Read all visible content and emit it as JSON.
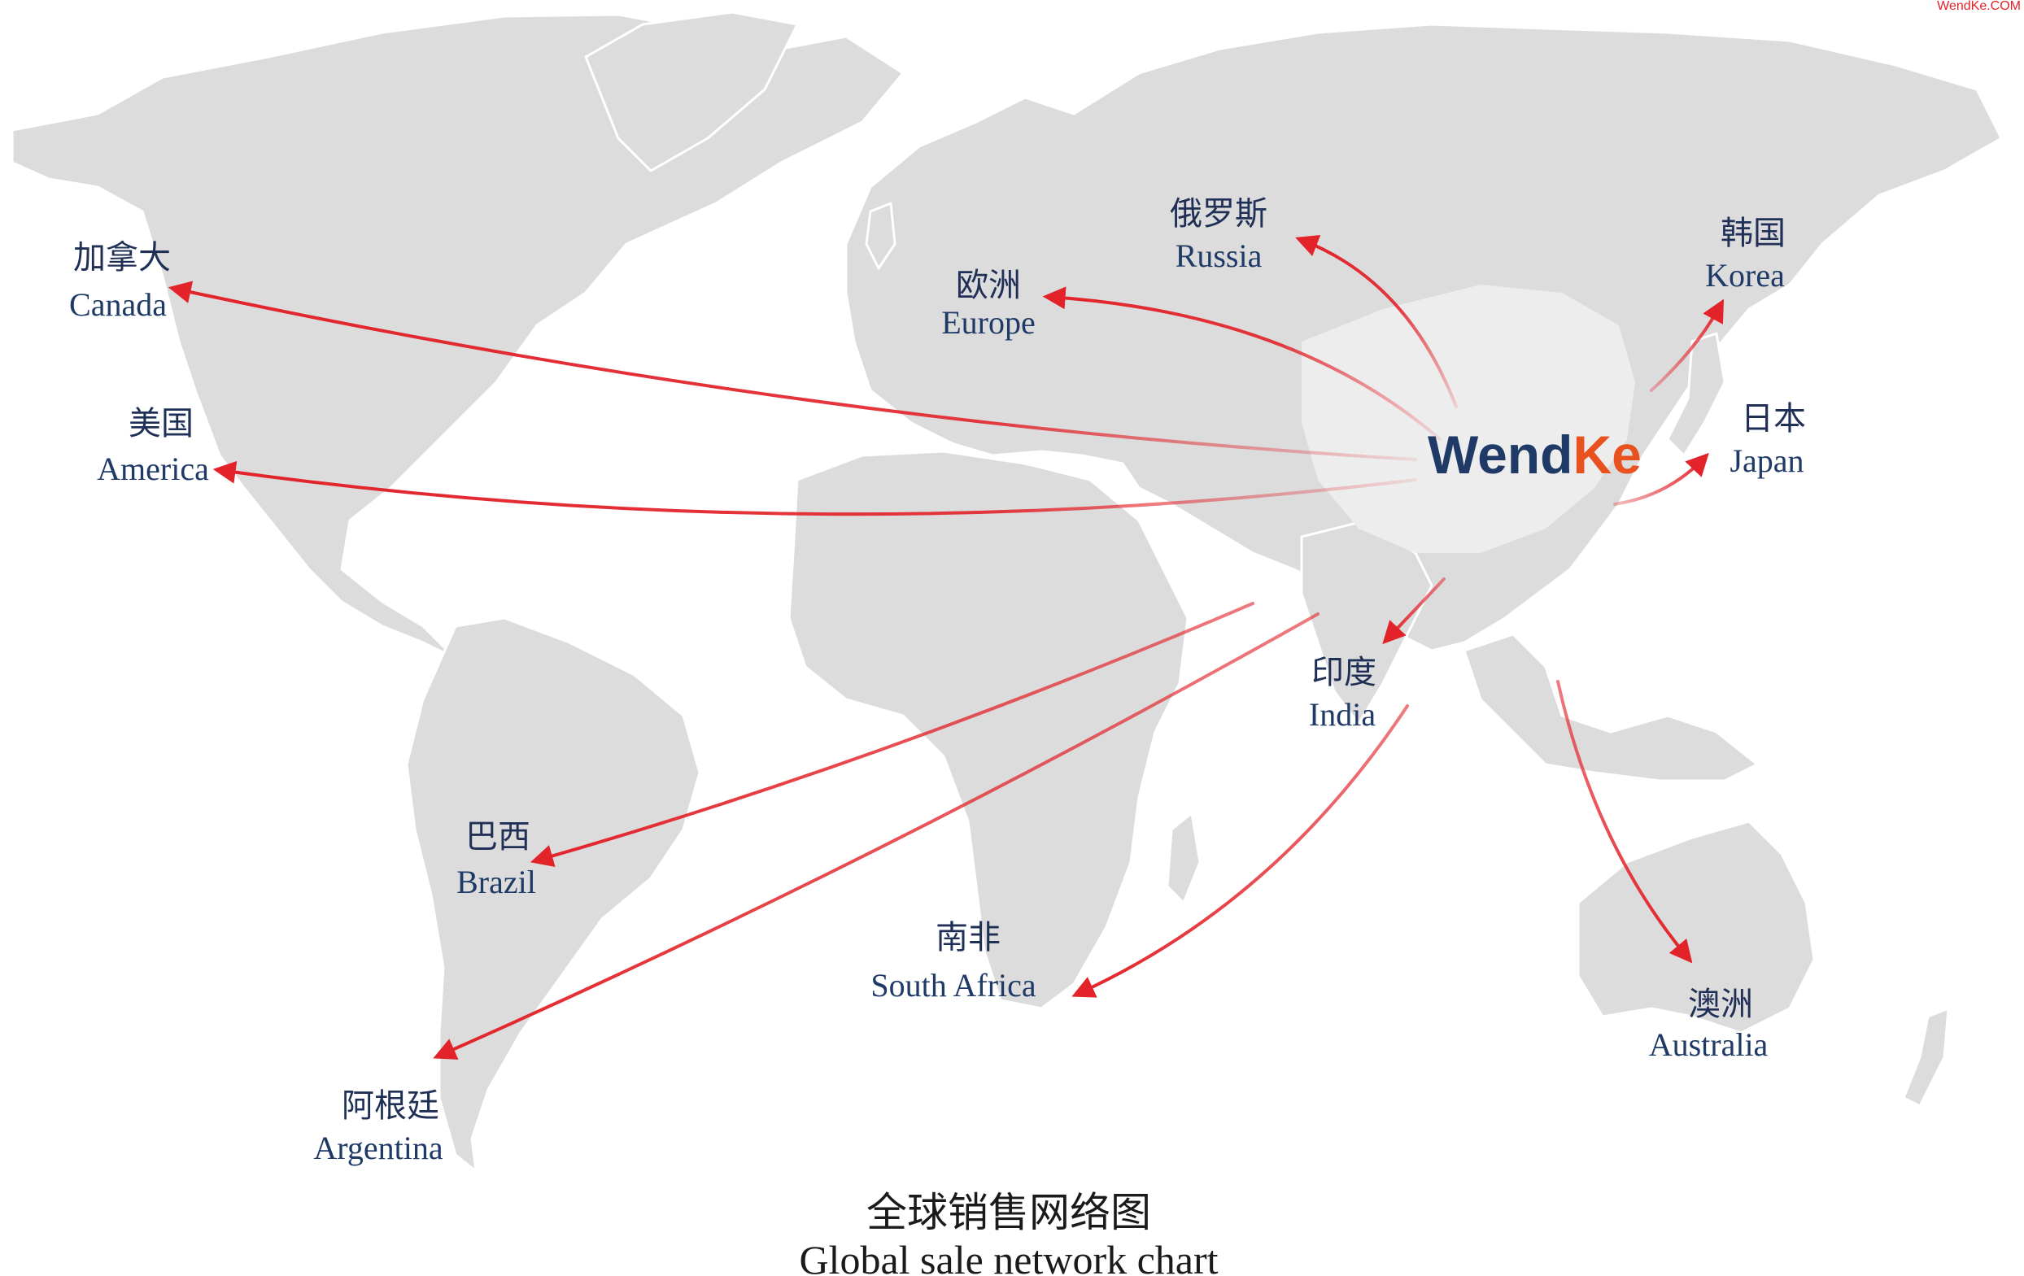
{
  "site": {
    "link_text": "WendKe.COM"
  },
  "brand": {
    "part1": "Wend",
    "part2": "Ke"
  },
  "title": {
    "zh": "全球销售网络图",
    "en": "Global sale network chart"
  },
  "colors": {
    "route": "#e2232a",
    "brand_dark": "#1f3a66",
    "brand_accent": "#e8521e",
    "land": "#dcdcdc"
  },
  "destinations": [
    {
      "id": "canada",
      "zh": "加拿大",
      "en": "Canada"
    },
    {
      "id": "america",
      "zh": "美国",
      "en": "America"
    },
    {
      "id": "europe",
      "zh": "欧洲",
      "en": "Europe"
    },
    {
      "id": "russia",
      "zh": "俄罗斯",
      "en": "Russia"
    },
    {
      "id": "korea",
      "zh": "韩国",
      "en": "Korea"
    },
    {
      "id": "japan",
      "zh": "日本",
      "en": "Japan"
    },
    {
      "id": "india",
      "zh": "印度",
      "en": "India"
    },
    {
      "id": "brazil",
      "zh": "巴西",
      "en": "Brazil"
    },
    {
      "id": "south-africa",
      "zh": "南非",
      "en": "South Africa"
    },
    {
      "id": "argentina",
      "zh": "阿根廷",
      "en": "Argentina"
    },
    {
      "id": "australia",
      "zh": "澳洲",
      "en": "Australia"
    }
  ]
}
